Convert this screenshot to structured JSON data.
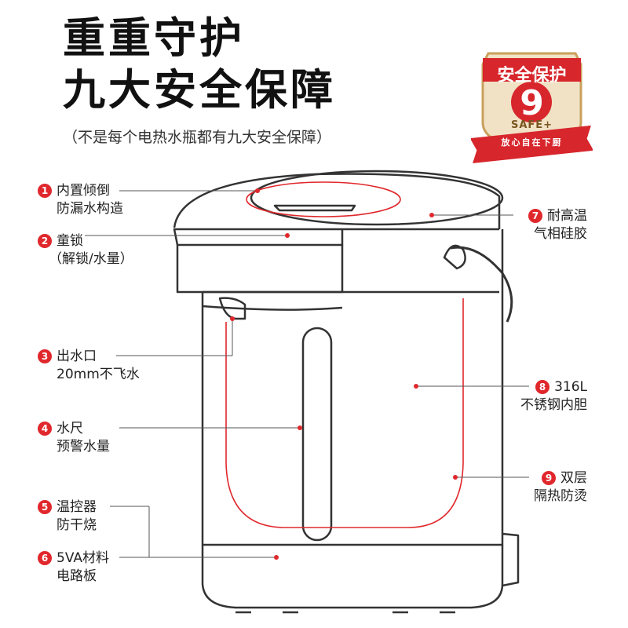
{
  "header": {
    "title_line1": "重重守护",
    "title_line2": "九大安全保障",
    "subtitle": "（不是每个电热水瓶都有九大安全保障）"
  },
  "badge": {
    "title": "安全保护",
    "number": "9",
    "safe_text": "SAFE+",
    "ribbon_text": "放心自在下厨"
  },
  "features": [
    {
      "num": "1",
      "line1": "内置倾倒",
      "line2": "防漏水构造"
    },
    {
      "num": "2",
      "line1": "童锁",
      "line2": "（解锁/水量）"
    },
    {
      "num": "3",
      "line1": "出水口",
      "line2": "20mm不飞水"
    },
    {
      "num": "4",
      "line1": "水尺",
      "line2": "预警水量"
    },
    {
      "num": "5",
      "line1": "温控器",
      "line2": "防干烧"
    },
    {
      "num": "6",
      "line1": "5VA材料",
      "line2": "电路板"
    },
    {
      "num": "7",
      "line1": "耐高温",
      "line2": "气相硅胶"
    },
    {
      "num": "8",
      "line1": "316L",
      "line2": "不锈钢内胆"
    },
    {
      "num": "9",
      "line1": "双层",
      "line2": "隔热防烫"
    }
  ],
  "colors": {
    "accent": "#e0282c",
    "badge_gold": "#c9a05c",
    "ribbon_red": "#d7262c"
  }
}
